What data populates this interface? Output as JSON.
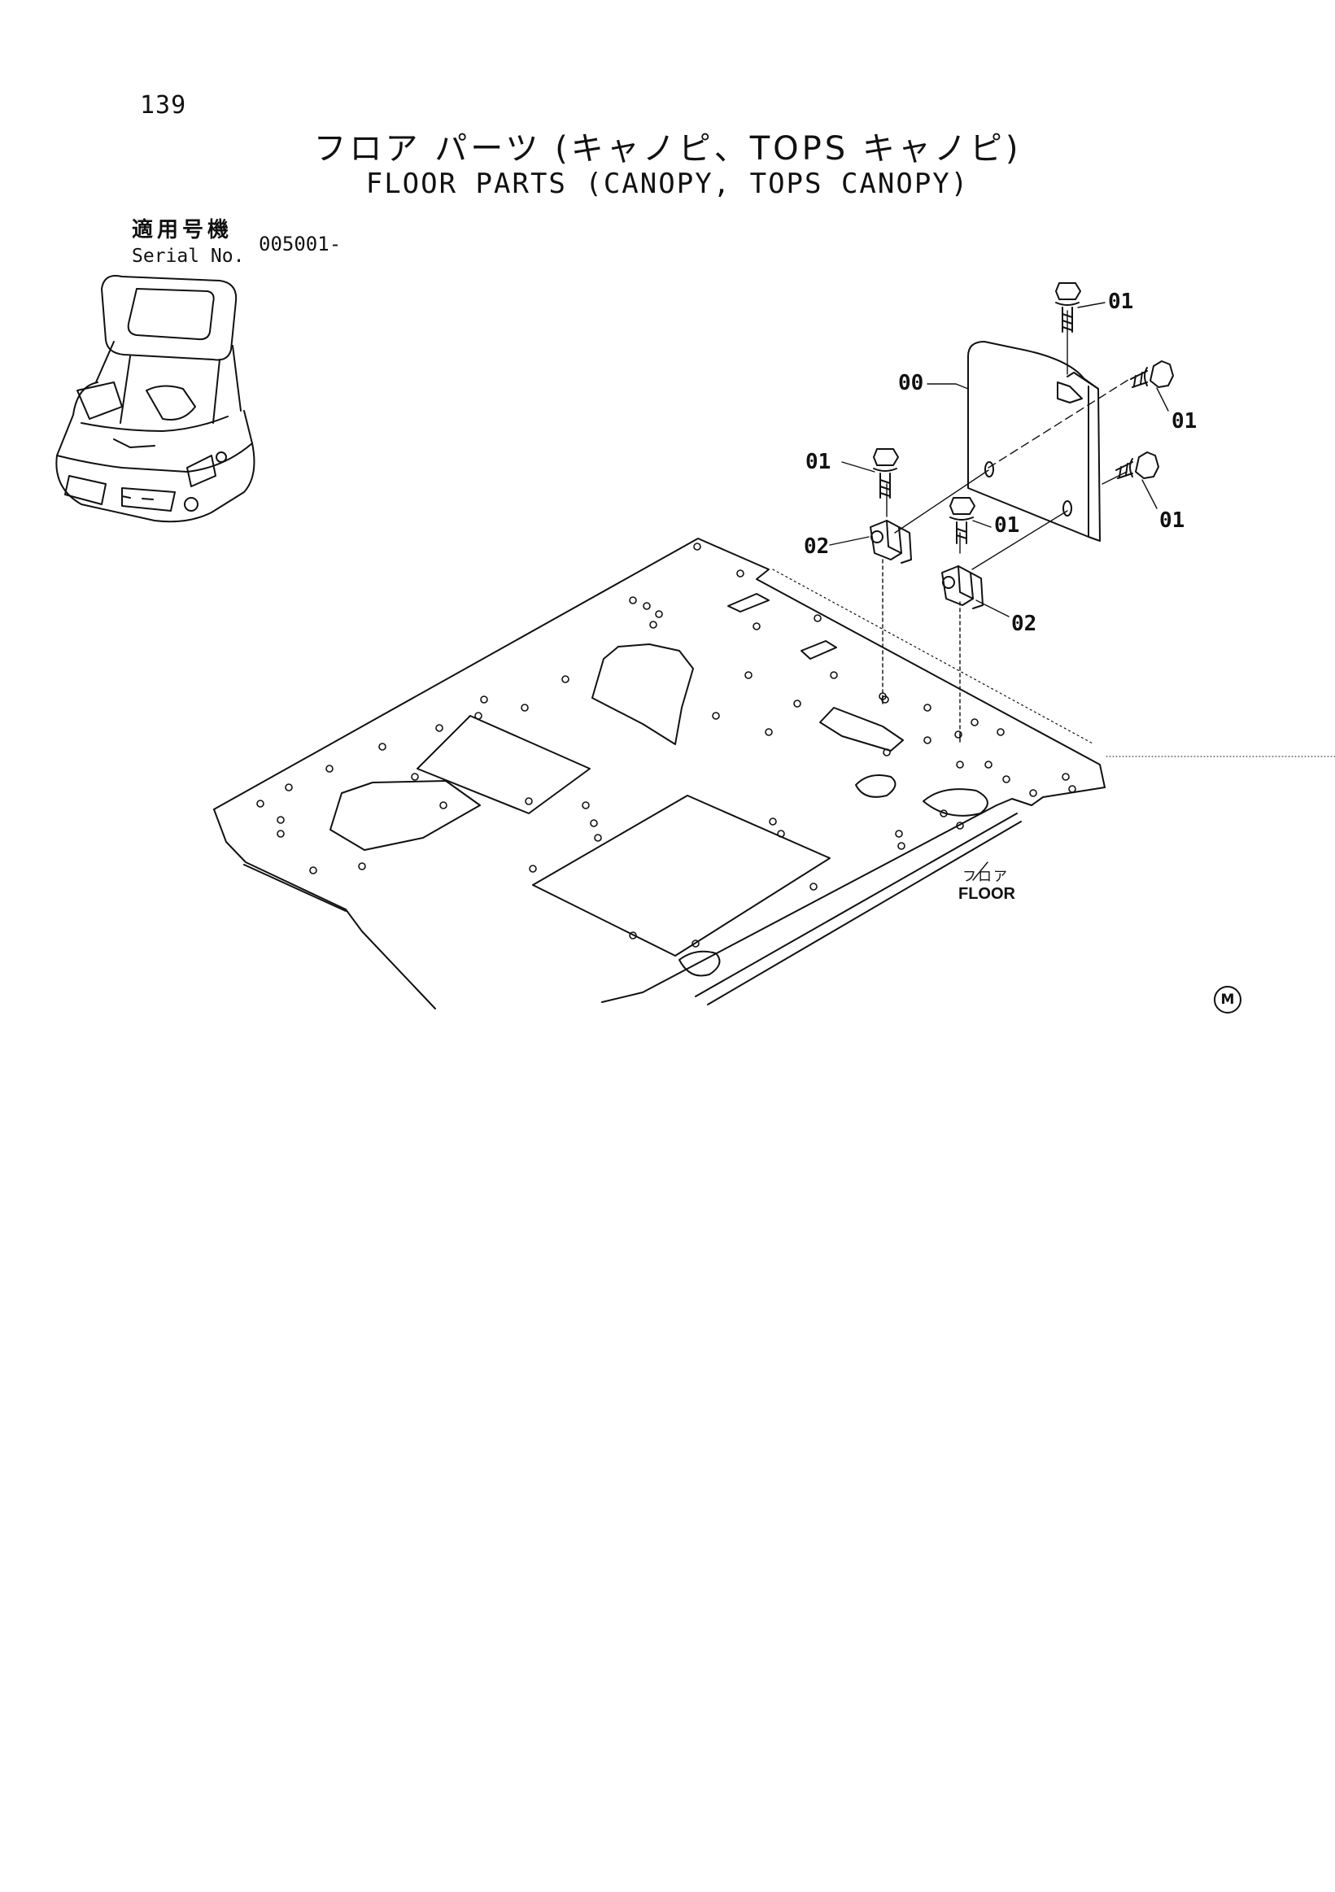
{
  "page_number": "139",
  "title_jp": "フロア パーツ (キャノピ、TOPS キャノピ)",
  "title_en": "FLOOR PARTS (CANOPY, TOPS CANOPY)",
  "serial": {
    "label_jp": "適用号機",
    "label_en": "Serial No.",
    "range": "005001-"
  },
  "callouts": {
    "c00": "00",
    "c01a": "01",
    "c01b": "01",
    "c01c": "01",
    "c01d": "01",
    "c01e": "01",
    "c02a": "02",
    "c02b": "02"
  },
  "floor_label": {
    "jp": "フロア",
    "en": "FLOOR"
  },
  "mark": "M"
}
